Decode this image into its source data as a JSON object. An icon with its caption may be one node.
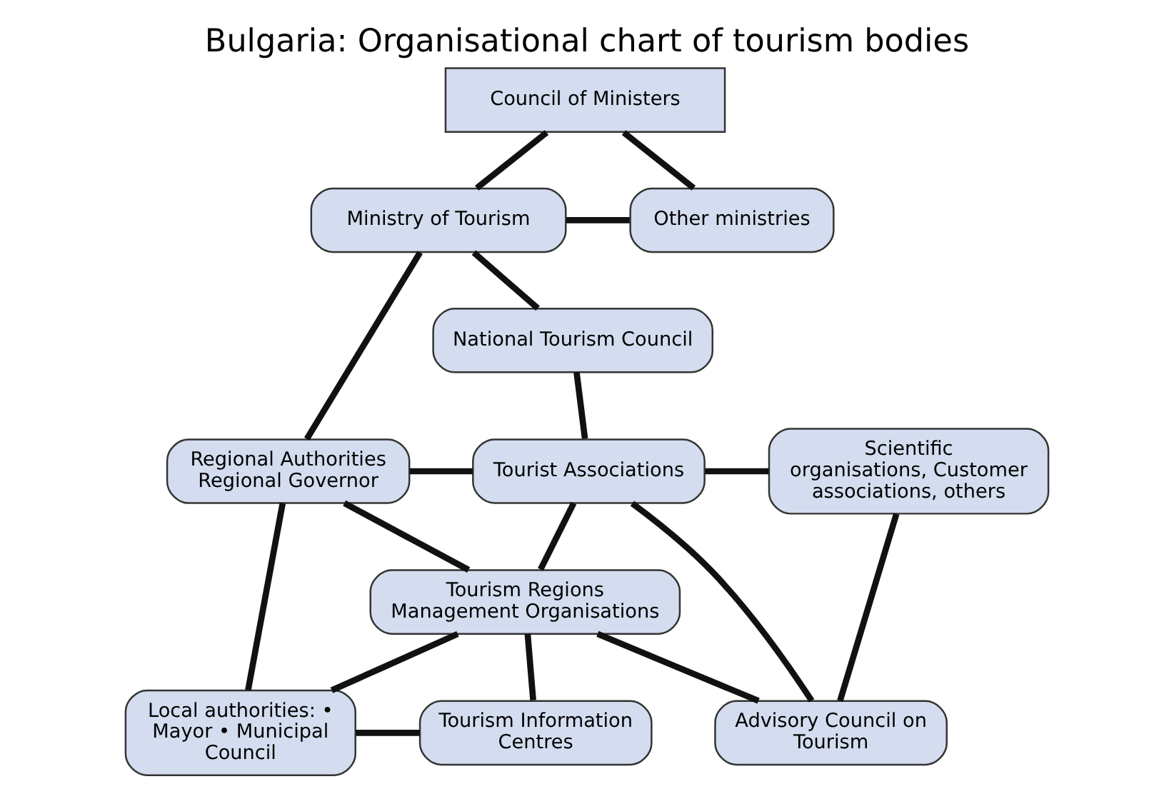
{
  "diagram": {
    "title": "Bulgaria: Organisational chart of tourism bodies",
    "nodes": [
      {
        "text": [
          "Council of Ministers"
        ]
      },
      {
        "text": [
          "Ministry of Tourism"
        ]
      },
      {
        "text": [
          "Other ministries"
        ]
      },
      {
        "text": [
          "National Tourism Council"
        ]
      },
      {
        "text": [
          "Tourist Associations"
        ]
      },
      {
        "text": [
          "Regional Authorities Regional Governor"
        ]
      },
      {
        "text": [
          "Scientific organisations, Customer associations, others"
        ]
      },
      {
        "text": [
          "Tourism Regions Management Organisations"
        ]
      },
      {
        "text": [
          "Local authorities: • Mayor • Municipal Council"
        ]
      },
      {
        "text": [
          "Tourism Information Centres"
        ]
      },
      {
        "text": [
          "Advisory Council on Tourism"
        ]
      }
    ],
    "edges": [
      {
        "from": 0,
        "to": 1,
        "arrow": "none"
      },
      {
        "from": 0,
        "to": 2,
        "arrow": "none"
      },
      {
        "from": 1,
        "to": 2,
        "arrow": "none"
      },
      {
        "from": 1,
        "to": 5,
        "arrow": "none"
      },
      {
        "from": 1,
        "to": 3,
        "arrow": "none"
      },
      {
        "from": 3,
        "to": 4,
        "arrow": "none"
      },
      {
        "from": 5,
        "to": 4,
        "arrow": "none"
      },
      {
        "from": 4,
        "to": 6,
        "arrow": "none"
      },
      {
        "from": 4,
        "to": 7,
        "arrow": "none"
      },
      {
        "from": 4,
        "to": 10,
        "arrow": "none"
      },
      {
        "from": 5,
        "to": 7,
        "arrow": "none"
      },
      {
        "from": 5,
        "to": 8,
        "arrow": "none"
      },
      {
        "from": 7,
        "to": 8,
        "arrow": "none"
      },
      {
        "from": 7,
        "to": 9,
        "arrow": "none"
      },
      {
        "from": 8,
        "to": 9,
        "arrow": "none"
      },
      {
        "from": 7,
        "to": 10,
        "arrow": "none"
      },
      {
        "from": 6,
        "to": 10,
        "arrow": "none"
      }
    ]
  }
}
